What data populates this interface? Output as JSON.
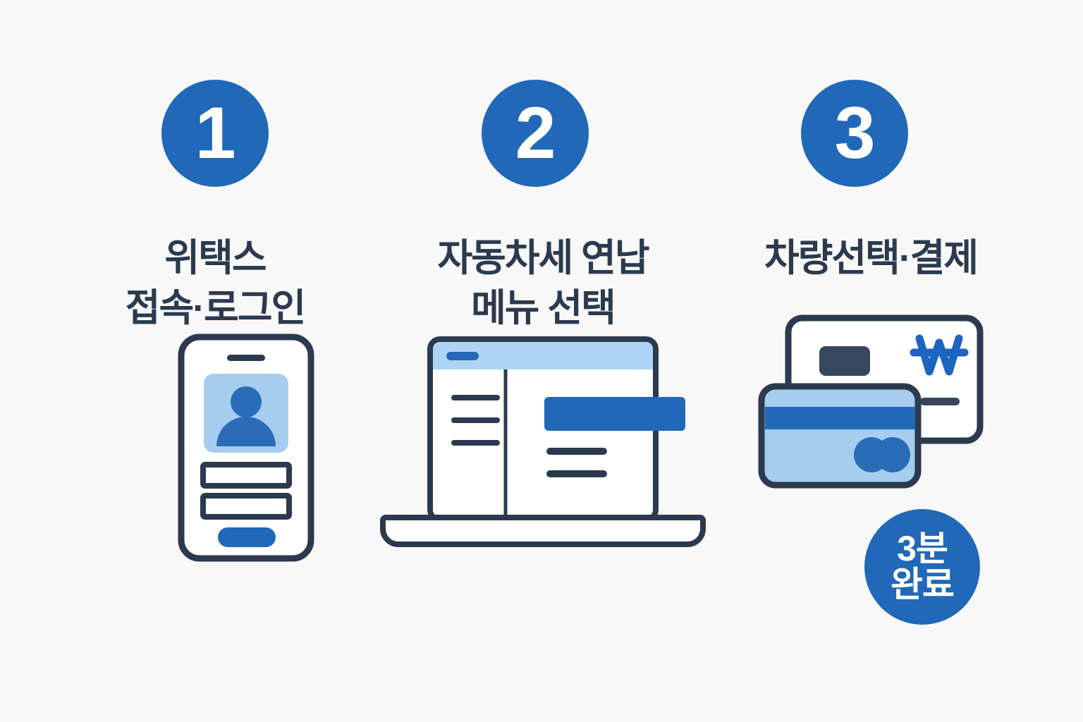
{
  "page": {
    "background_color": "#f8f8f8",
    "accent_blue": "#2168b8",
    "light_blue": "#a7cdee",
    "mid_blue": "#2a6cb8",
    "header_blue": "#aed4f5",
    "ink_navy": "#2b3a4e",
    "white": "#ffffff"
  },
  "steps": [
    {
      "number": "1",
      "title": "위택스\n접속·로그인",
      "illustration": "smartphone-login-icon",
      "parts": {
        "speaker": "phone-speaker",
        "avatar_card": "avatar-card",
        "input_1": "id-input-field",
        "input_2": "password-input-field",
        "submit": "login-button"
      }
    },
    {
      "number": "2",
      "title": "자동차세 연납\n메뉴 선택",
      "illustration": "laptop-menu-icon",
      "parts": {
        "header_bar": "browser-header-bar",
        "header_pill": "logo-pill",
        "sidebar_lines": 3,
        "content_block": "highlighted-menu-block",
        "content_lines": 2
      }
    },
    {
      "number": "3",
      "title": "차량선택·결제",
      "illustration": "payment-cards-icon",
      "parts": {
        "back_card": "bank-card-back",
        "currency_symbol": "₩",
        "chip": "card-chip",
        "front_card": "credit-card-front",
        "magnetic_stripe": "magnetic-stripe",
        "logo_circles": "dual-circle-logo"
      },
      "badge": {
        "line1": "3분",
        "line2": "완료"
      }
    }
  ]
}
